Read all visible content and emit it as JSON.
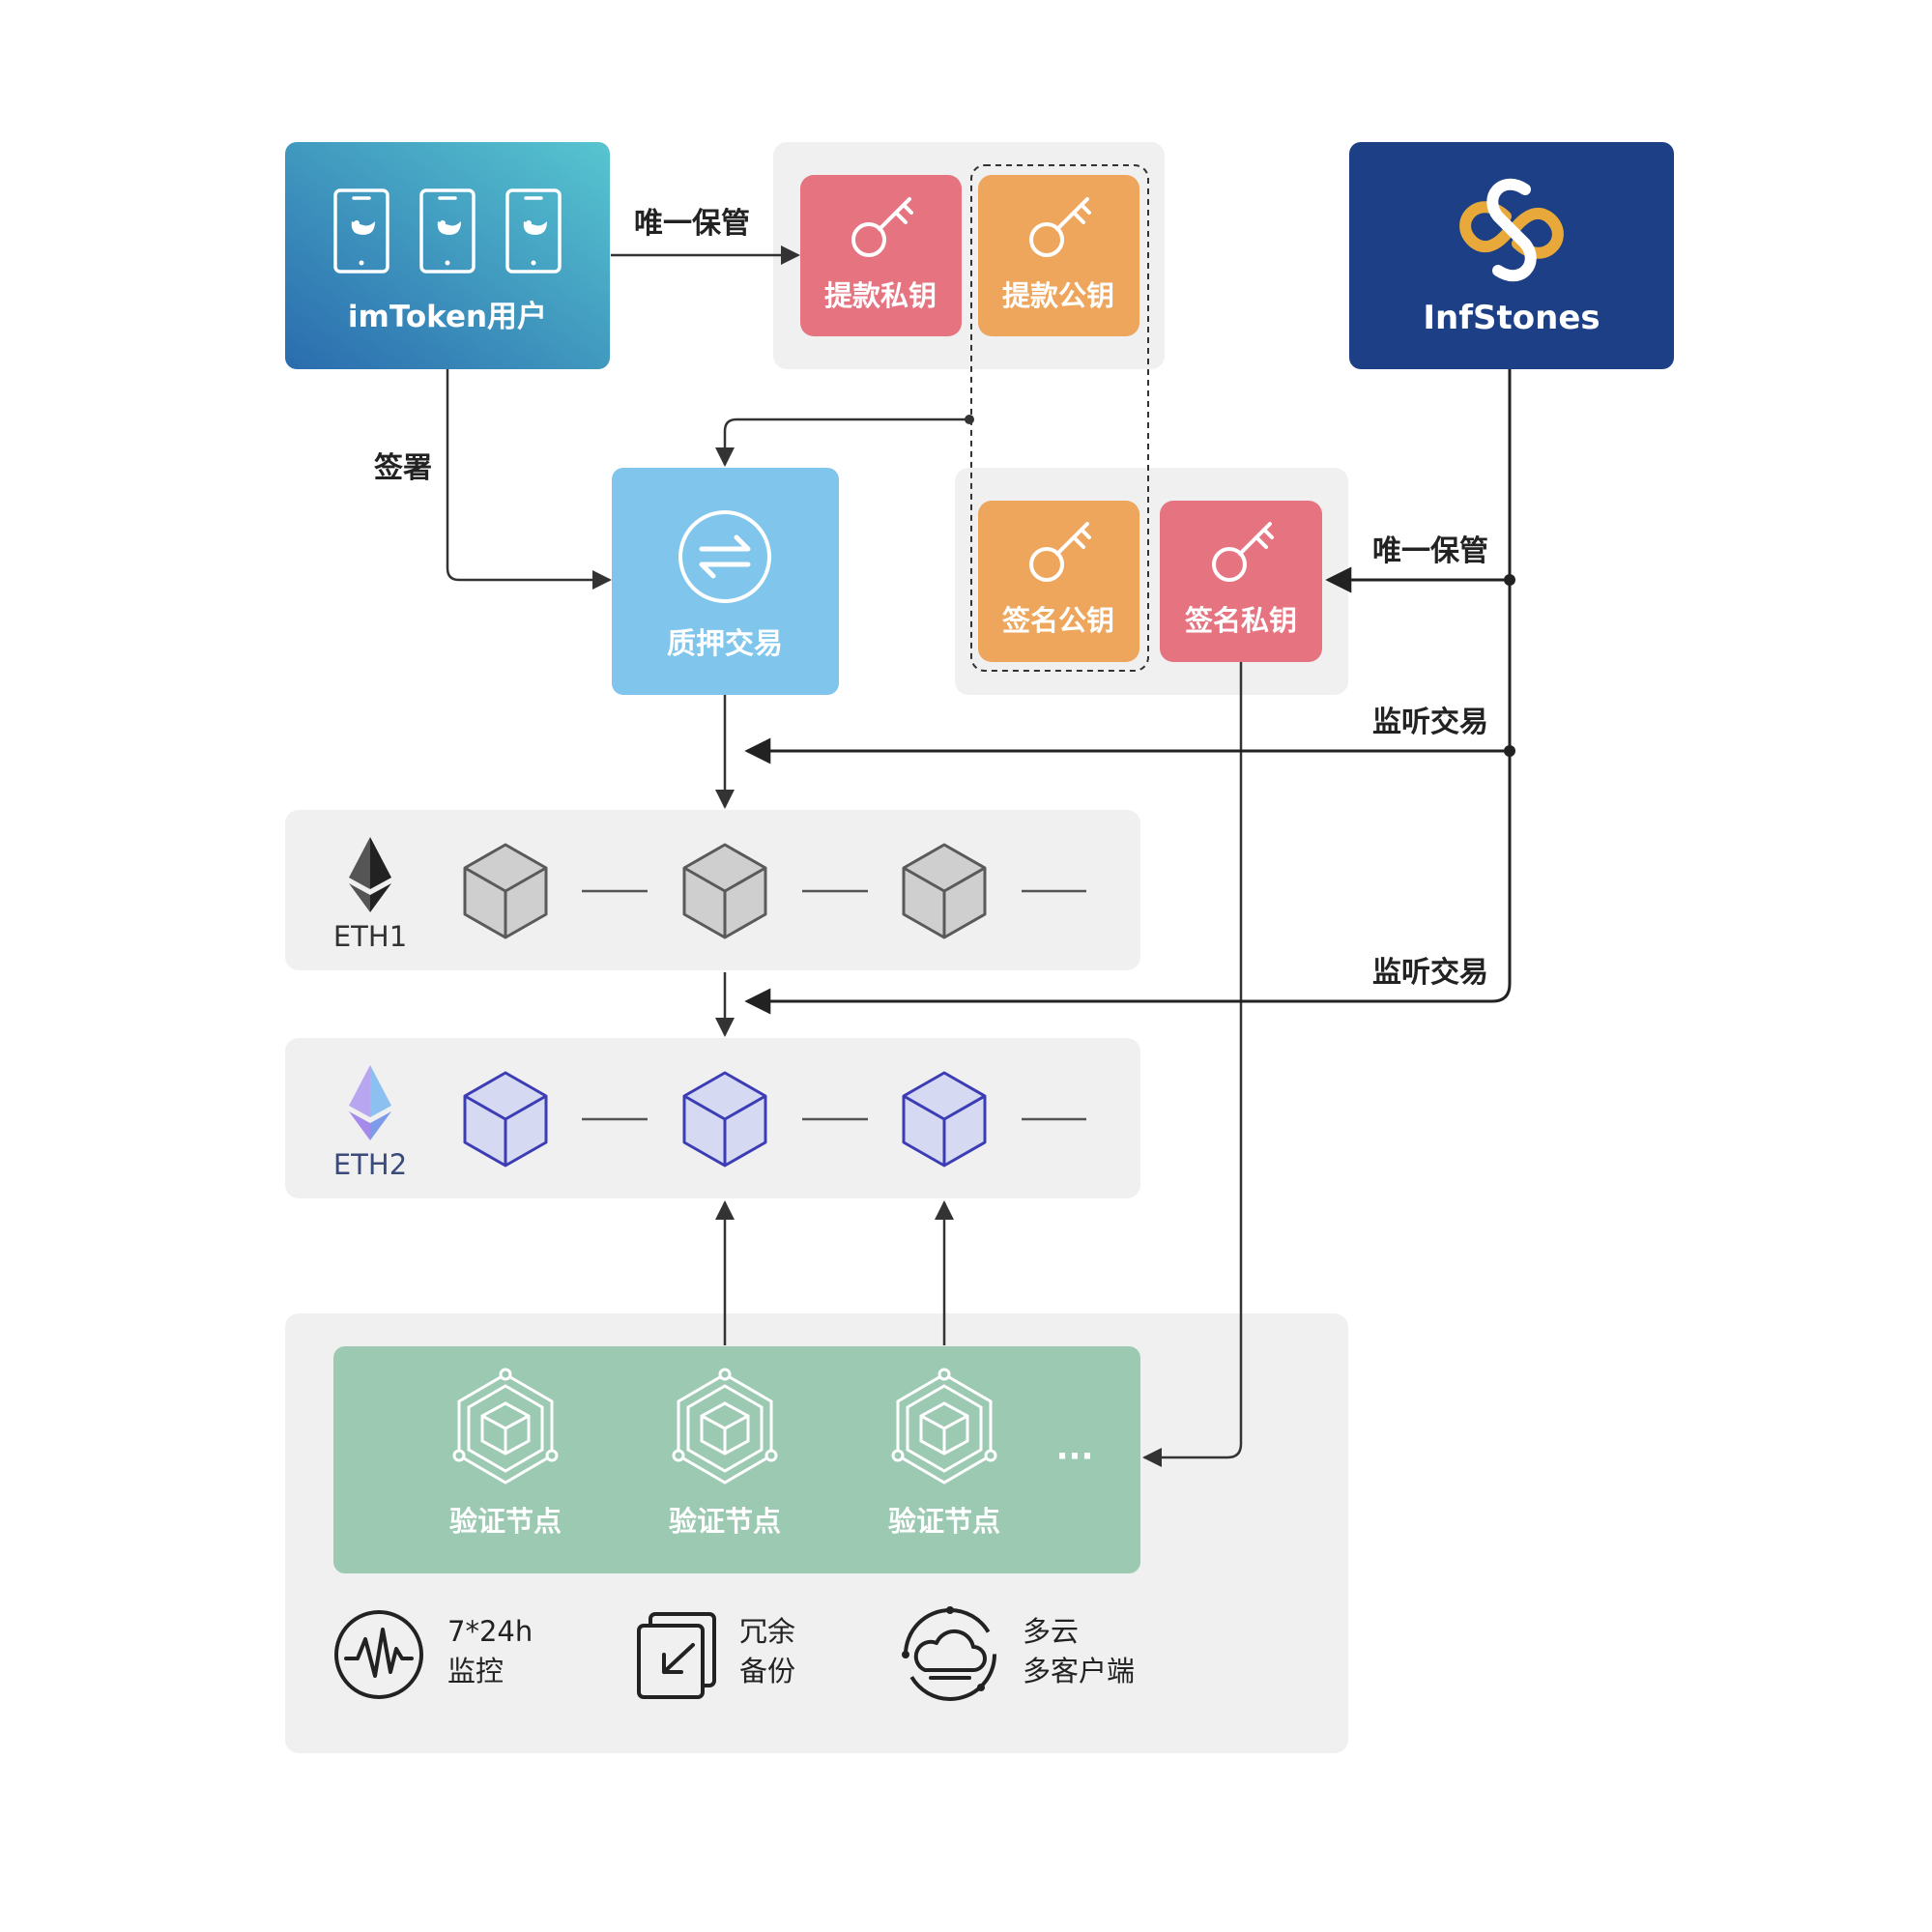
{
  "user": {
    "label": "imToken用户"
  },
  "provider": {
    "name": "InfStones"
  },
  "keys": {
    "withdraw_private": "提款私钥",
    "withdraw_public": "提款公钥",
    "sign_public": "签名公钥",
    "sign_private": "签名私钥"
  },
  "stake": {
    "label": "质押交易"
  },
  "edges": {
    "custody_top": "唯一保管",
    "custody_right": "唯一保管",
    "sign": "签署",
    "listen_1": "监听交易",
    "listen_2": "监听交易"
  },
  "chains": {
    "eth1": "ETH1",
    "eth2": "ETH2"
  },
  "validators": {
    "nodes": [
      "验证节点",
      "验证节点",
      "验证节点"
    ],
    "more": "···"
  },
  "features": [
    {
      "line1": "7*24h",
      "line2": "监控",
      "icon": "monitor-pulse-icon"
    },
    {
      "line1": "冗余",
      "line2": "备份",
      "icon": "backup-icon"
    },
    {
      "line1": "多云",
      "line2": "多客户端",
      "icon": "multi-cloud-icon"
    }
  ],
  "colors": {
    "user_gradient_start": "#55C3CF",
    "user_gradient_end": "#2A6FB0",
    "provider": "#1C3F85",
    "provider_logo": "#E8A93A",
    "private_key": "#E57480",
    "public_key": "#EDA65C",
    "stake": "#7FC5EC",
    "validator": "#9CC9B2",
    "panel": "#F0F0F0",
    "eth1_cube": "#CFCFCF",
    "eth2_cube": "#D6D9F2",
    "eth2_stroke": "#3C3DB5"
  }
}
